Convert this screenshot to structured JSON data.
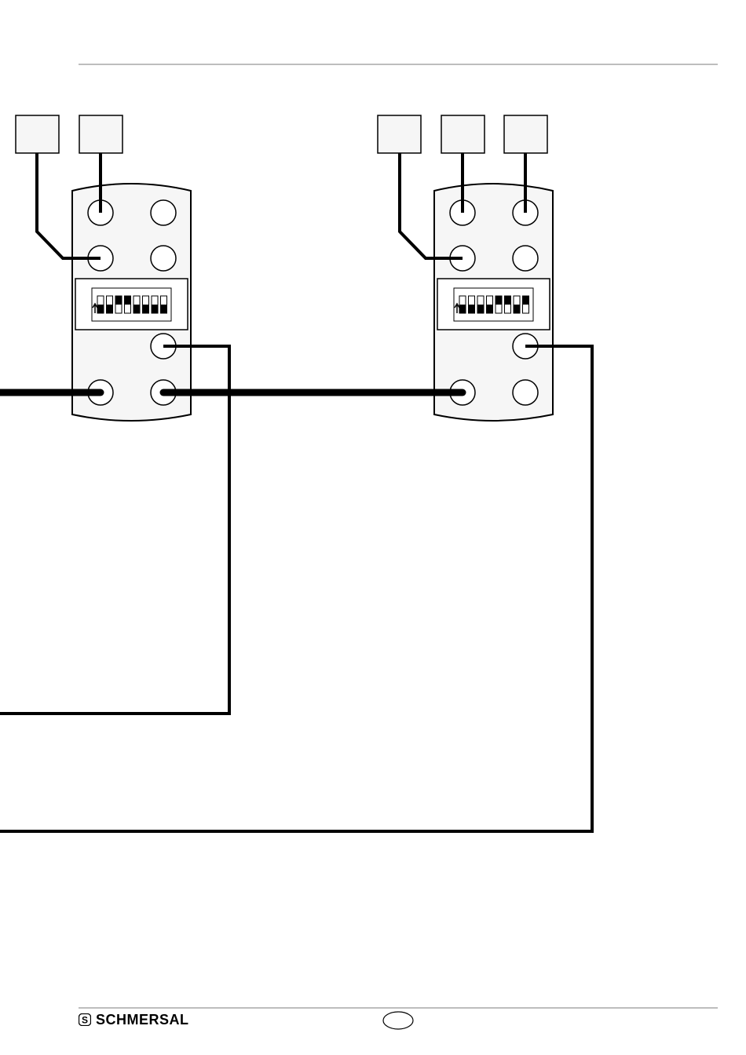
{
  "document": {
    "brand": {
      "name": "SCHMERSAL",
      "logo_icon": "schmersal-s-logo-icon",
      "logo_letter": "S"
    }
  },
  "modules": [
    {
      "id": "module-1",
      "dip_switches": [
        "down",
        "down",
        "up",
        "up",
        "down",
        "down",
        "down",
        "down"
      ]
    },
    {
      "id": "module-2",
      "dip_switches": [
        "down",
        "down",
        "down",
        "down",
        "up",
        "up",
        "down",
        "up"
      ]
    }
  ],
  "colors": {
    "line": "#000000",
    "panel_fill": "#f6f6f6",
    "rule": "#bdbdbd"
  }
}
